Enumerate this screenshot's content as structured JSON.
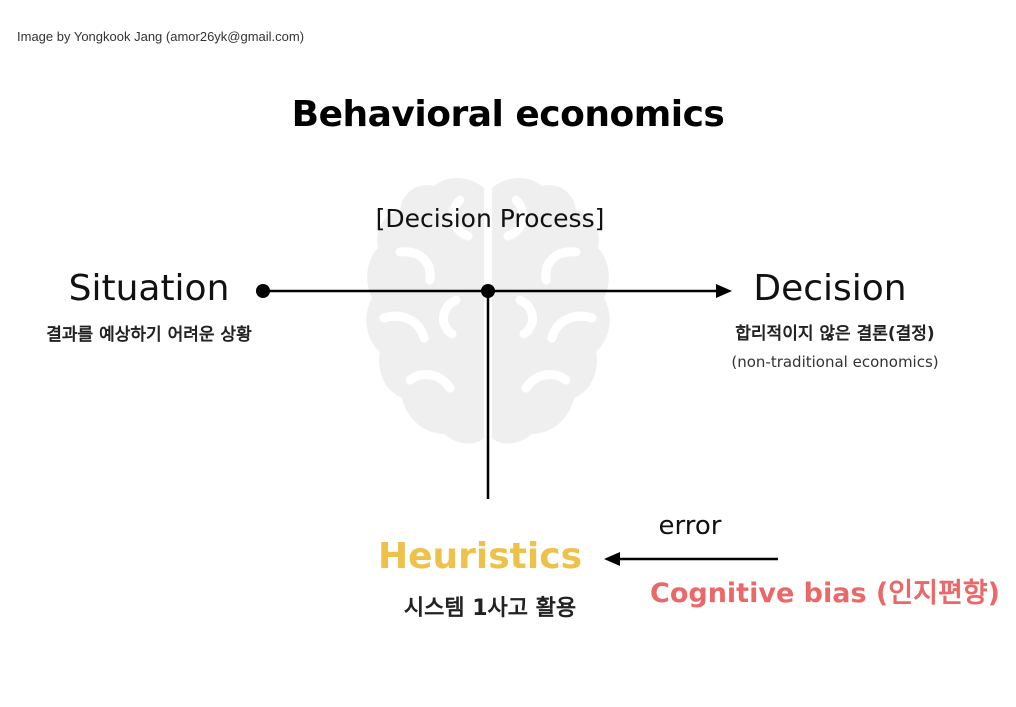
{
  "credit": "Image by Yongkook Jang (amor26yk@gmail.com)",
  "title": "Behavioral economics",
  "process_label": "[Decision Process]",
  "situation": {
    "label": "Situation",
    "sub": "결과를 예상하기 어려운 상황"
  },
  "decision": {
    "label": "Decision",
    "sub": "합리적이지 않은 결론(결정)",
    "note": "(non-traditional economics)"
  },
  "heuristics": {
    "label": "Heuristics",
    "sub": "시스템 1사고  활용"
  },
  "error": {
    "label": "error"
  },
  "bias": {
    "label": "Cognitive bias (인지편향)"
  },
  "colors": {
    "heuristics": "#eec14a",
    "bias": "#ec6767",
    "brain": "#efefef",
    "line": "#000000"
  },
  "icons": {
    "background": "brain-icon"
  }
}
